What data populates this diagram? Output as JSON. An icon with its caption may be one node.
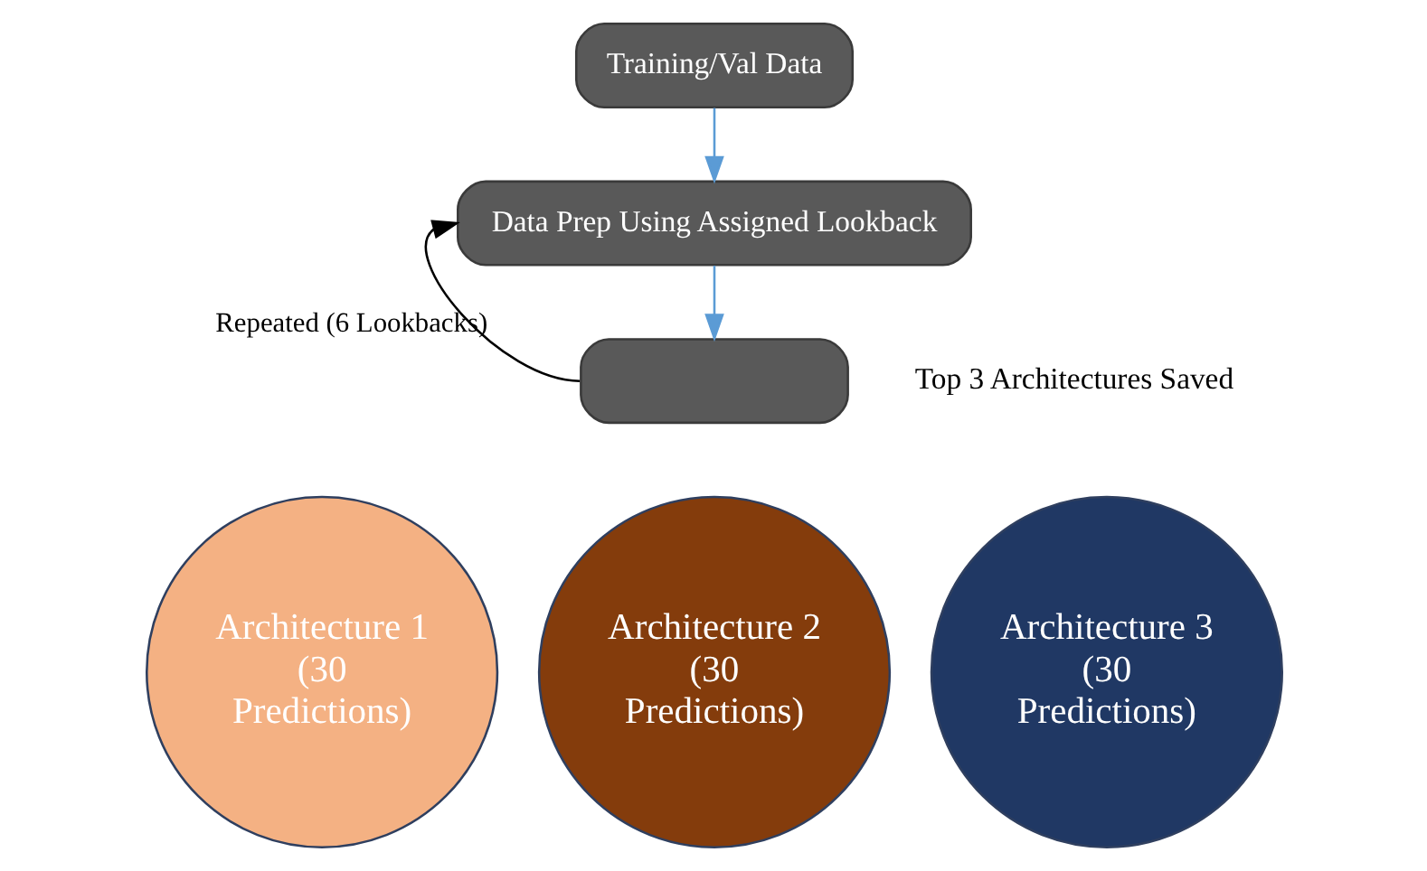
{
  "diagram": {
    "nodes": [
      {
        "text": [
          "Training/Val Data"
        ]
      },
      {
        "text": [
          "Data Prep Using Assigned Lookback"
        ]
      },
      {
        "text": [],
        "shape": "box",
        "beside": [
          "Top 3 Architectures Saved"
        ]
      },
      {
        "text": [
          "Architecture 1 (30 Predictions)"
        ]
      },
      {
        "text": [
          "Architecture 2 (30 Predictions)"
        ]
      },
      {
        "text": [
          "Architecture 3 (30 Predictions)"
        ]
      }
    ],
    "edges": [
      {
        "from": 0,
        "to": 1,
        "arrow": "to"
      },
      {
        "from": 1,
        "to": 2,
        "arrow": "to"
      },
      {
        "from": 2,
        "to": 1,
        "arrow": "to",
        "label": "Repeated (6 Lookbacks)",
        "color": "#000000"
      }
    ]
  }
}
